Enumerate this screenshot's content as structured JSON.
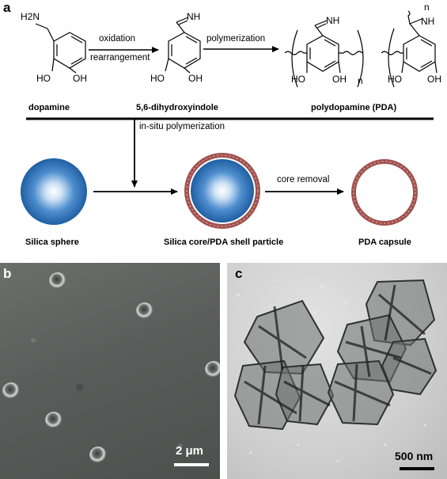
{
  "panel_a": {
    "letter": "a",
    "atoms": {
      "amine": "H2N",
      "ho": "HO",
      "oh": "OH",
      "nh": "NH",
      "repeat_index": "n"
    },
    "steps": {
      "oxidation": "oxidation",
      "rearrangement": "rearrangement",
      "polymerization": "polymerization",
      "in_situ": "in-situ polymerization",
      "core_removal": "core removal"
    },
    "compounds": {
      "dopamine": "dopamine",
      "dhi": "5,6-dihydroxyindole",
      "pda": "polydopamine (PDA)"
    },
    "particles": {
      "silica": "Silica sphere",
      "core_shell": "Silica core/PDA shell particle",
      "capsule": "PDA capsule"
    },
    "colors": {
      "silica_center": "#ffffff",
      "silica_edge": "#1f5fa3",
      "pda_shell": "#a0524f"
    }
  },
  "panel_b": {
    "letter": "b",
    "scale_bar": "2 μm",
    "image": "optical micrograph of PDA capsules"
  },
  "panel_c": {
    "letter": "c",
    "scale_bar": "500 nm",
    "image": "TEM image of collapsed PDA capsules"
  }
}
